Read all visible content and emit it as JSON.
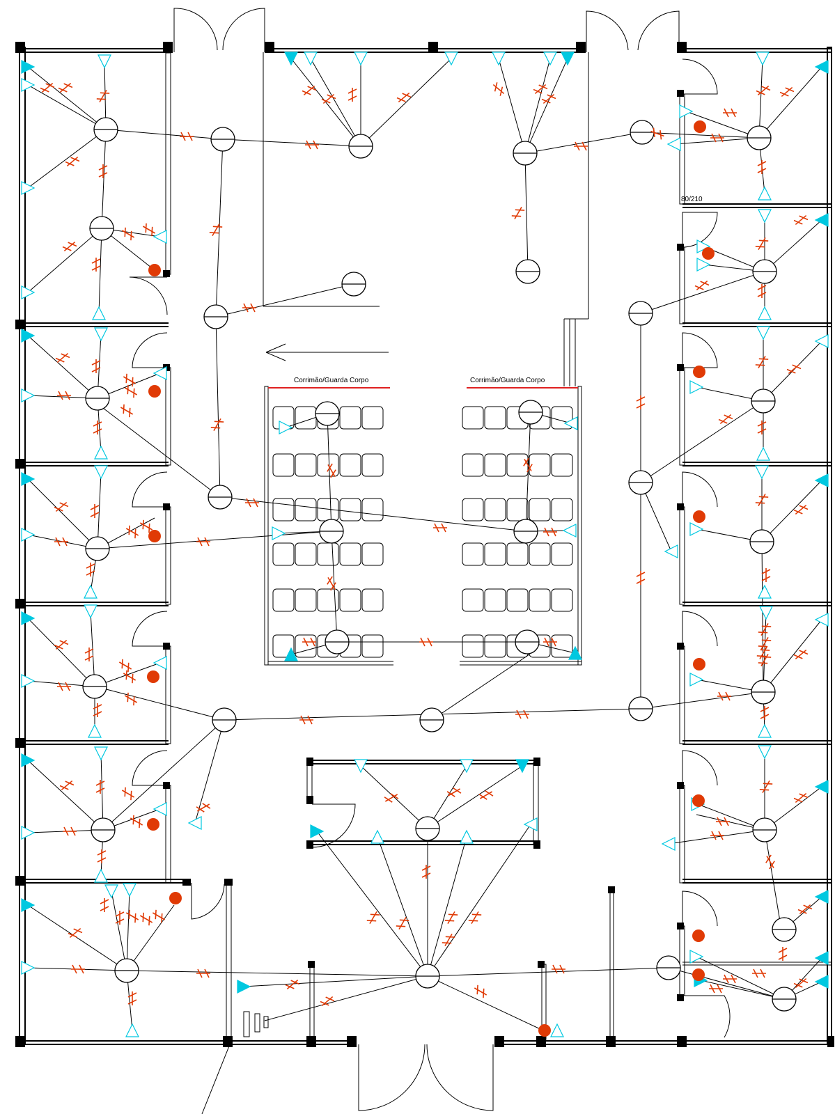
{
  "labels": {
    "railing_left": "Corrimão/Guarda Corpo",
    "railing_right": "Corrimão/Guarda Corpo",
    "door_size": "80/210"
  },
  "legend_colors": {
    "access_point": "#00c8e0",
    "outlet": "#e03a05",
    "walls": "#000000",
    "railing": "#e02020"
  },
  "icons": {
    "hub": "circle-with-bar-icon",
    "terminal": "triangle-icon",
    "outlet": "red-dot-icon",
    "cable_mark": "double-tick-icon"
  }
}
